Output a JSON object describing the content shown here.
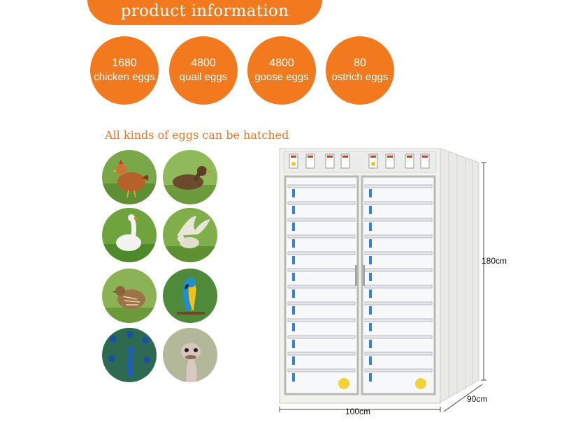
{
  "banner": {
    "title": "product information"
  },
  "capacities": [
    {
      "count": "1680",
      "label": "chicken eggs"
    },
    {
      "count": "4800",
      "label": "quail eggs"
    },
    {
      "count": "4800",
      "label": "goose eggs"
    },
    {
      "count": "80",
      "label": "ostrich eggs"
    }
  ],
  "subtitle": "All kinds of eggs can be hatched",
  "animals": [
    "chicken-icon",
    "duck-icon",
    "goose-icon",
    "pigeon-icon",
    "quail-icon",
    "parrot-icon",
    "peacock-icon",
    "ostrich-icon"
  ],
  "dimensions": {
    "height": "180cm",
    "width": "100cm",
    "depth": "90cm"
  },
  "colors": {
    "accent": "#f3791f",
    "subtitle": "#e8762a"
  }
}
